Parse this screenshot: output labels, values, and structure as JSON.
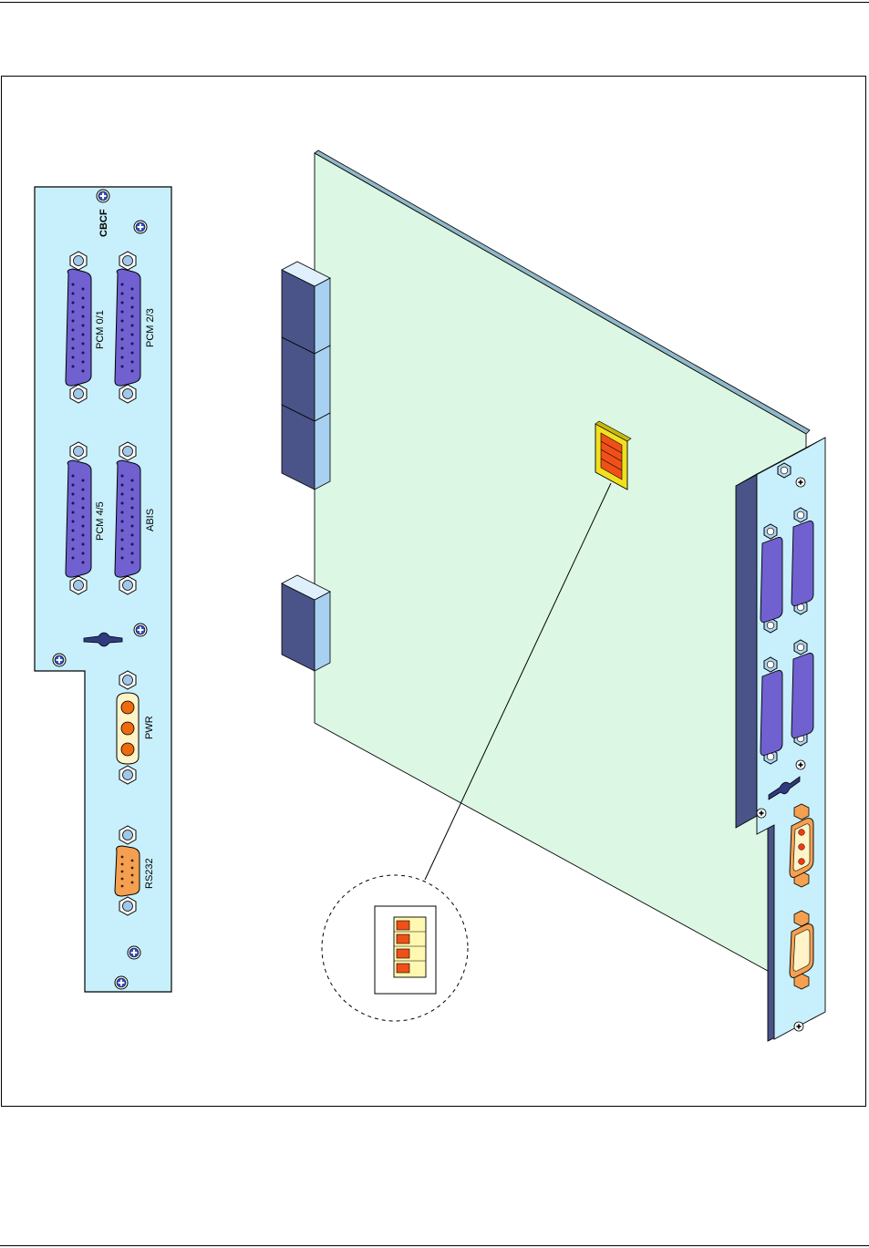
{
  "faceplate": {
    "module_label": "CBCF",
    "connectors": {
      "pcm01": "PCM 0/1",
      "pcm23": "PCM 2/3",
      "pcm45": "PCM 4/5",
      "abis": "ABIS",
      "pwr": "PWR",
      "rs232": "RS232"
    }
  },
  "colors": {
    "panel": "#c8f0fc",
    "board": "#dcf8e4",
    "dsub": "#7060d0",
    "pwr_insert": "#fff4c8",
    "pwr_pin": "#ee6a10",
    "rs232": "#f4a050",
    "dip_body": "#f0e020",
    "dip_switch": "#f05018",
    "backplane_dark": "#4a5488",
    "backplane_light": "#a8d0f0"
  }
}
